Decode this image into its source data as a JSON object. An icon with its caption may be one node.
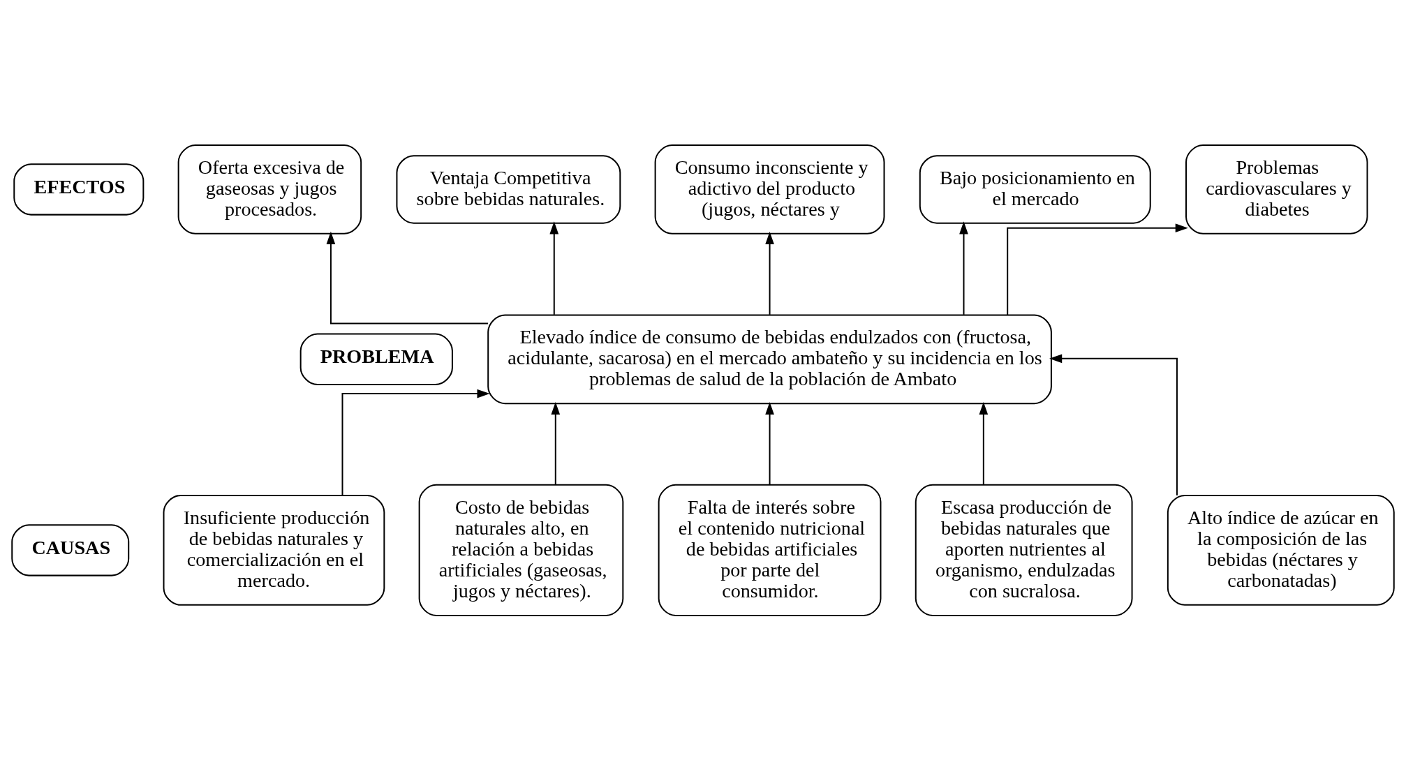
{
  "diagram": {
    "nodes": [
      {
        "text": [
          "EFECTOS"
        ]
      },
      {
        "text": [
          "Oferta excesiva de gaseosas y jugos procesados."
        ]
      },
      {
        "text": [
          "Ventaja Competitiva sobre bebidas naturales."
        ]
      },
      {
        "text": [
          "Consumo inconsciente y adictivo del producto (jugos, néctares y"
        ]
      },
      {
        "text": [
          "Bajo posicionamiento en el mercado"
        ]
      },
      {
        "text": [
          "Problemas cardiovasculares y diabetes"
        ]
      },
      {
        "text": [
          "PROBLEMA"
        ]
      },
      {
        "text": [
          "Elevado índice de consumo de bebidas endulzados con (fructosa, acidulante, sacarosa) en el mercado ambateño y su incidencia en los problemas de salud de la población de Ambato"
        ]
      },
      {
        "text": [
          "Insuficiente producción de bebidas naturales y comercialización en el mercado."
        ]
      },
      {
        "text": [
          "Costo de bebidas naturales alto, en relación a bebidas artificiales (gaseosas, jugos y néctares)."
        ]
      },
      {
        "text": [
          "Falta de interés sobre el contenido nutricional de bebidas artificiales por parte del consumidor."
        ]
      },
      {
        "text": [
          "Escasa producción de bebidas naturales que aporten nutrientes al organismo, endulzadas con sucralosa."
        ]
      },
      {
        "text": [
          "Alto índice de azúcar en la composición de las bebidas (néctares y carbonatadas)"
        ]
      },
      {
        "text": [
          "CAUSAS"
        ]
      }
    ],
    "edges": [
      {
        "from": 7,
        "to": 1,
        "arrow": "to"
      },
      {
        "from": 7,
        "to": 2,
        "arrow": "to"
      },
      {
        "from": 7,
        "to": 3,
        "arrow": "to"
      },
      {
        "from": 7,
        "to": 4,
        "arrow": "to"
      },
      {
        "from": 7,
        "to": 5,
        "arrow": "to"
      },
      {
        "from": 8,
        "to": 7,
        "arrow": "to"
      },
      {
        "from": 9,
        "to": 7,
        "arrow": "to"
      },
      {
        "from": 10,
        "to": 7,
        "arrow": "to"
      },
      {
        "from": 11,
        "to": 7,
        "arrow": "to"
      },
      {
        "from": 12,
        "to": 7,
        "arrow": "to"
      }
    ]
  }
}
